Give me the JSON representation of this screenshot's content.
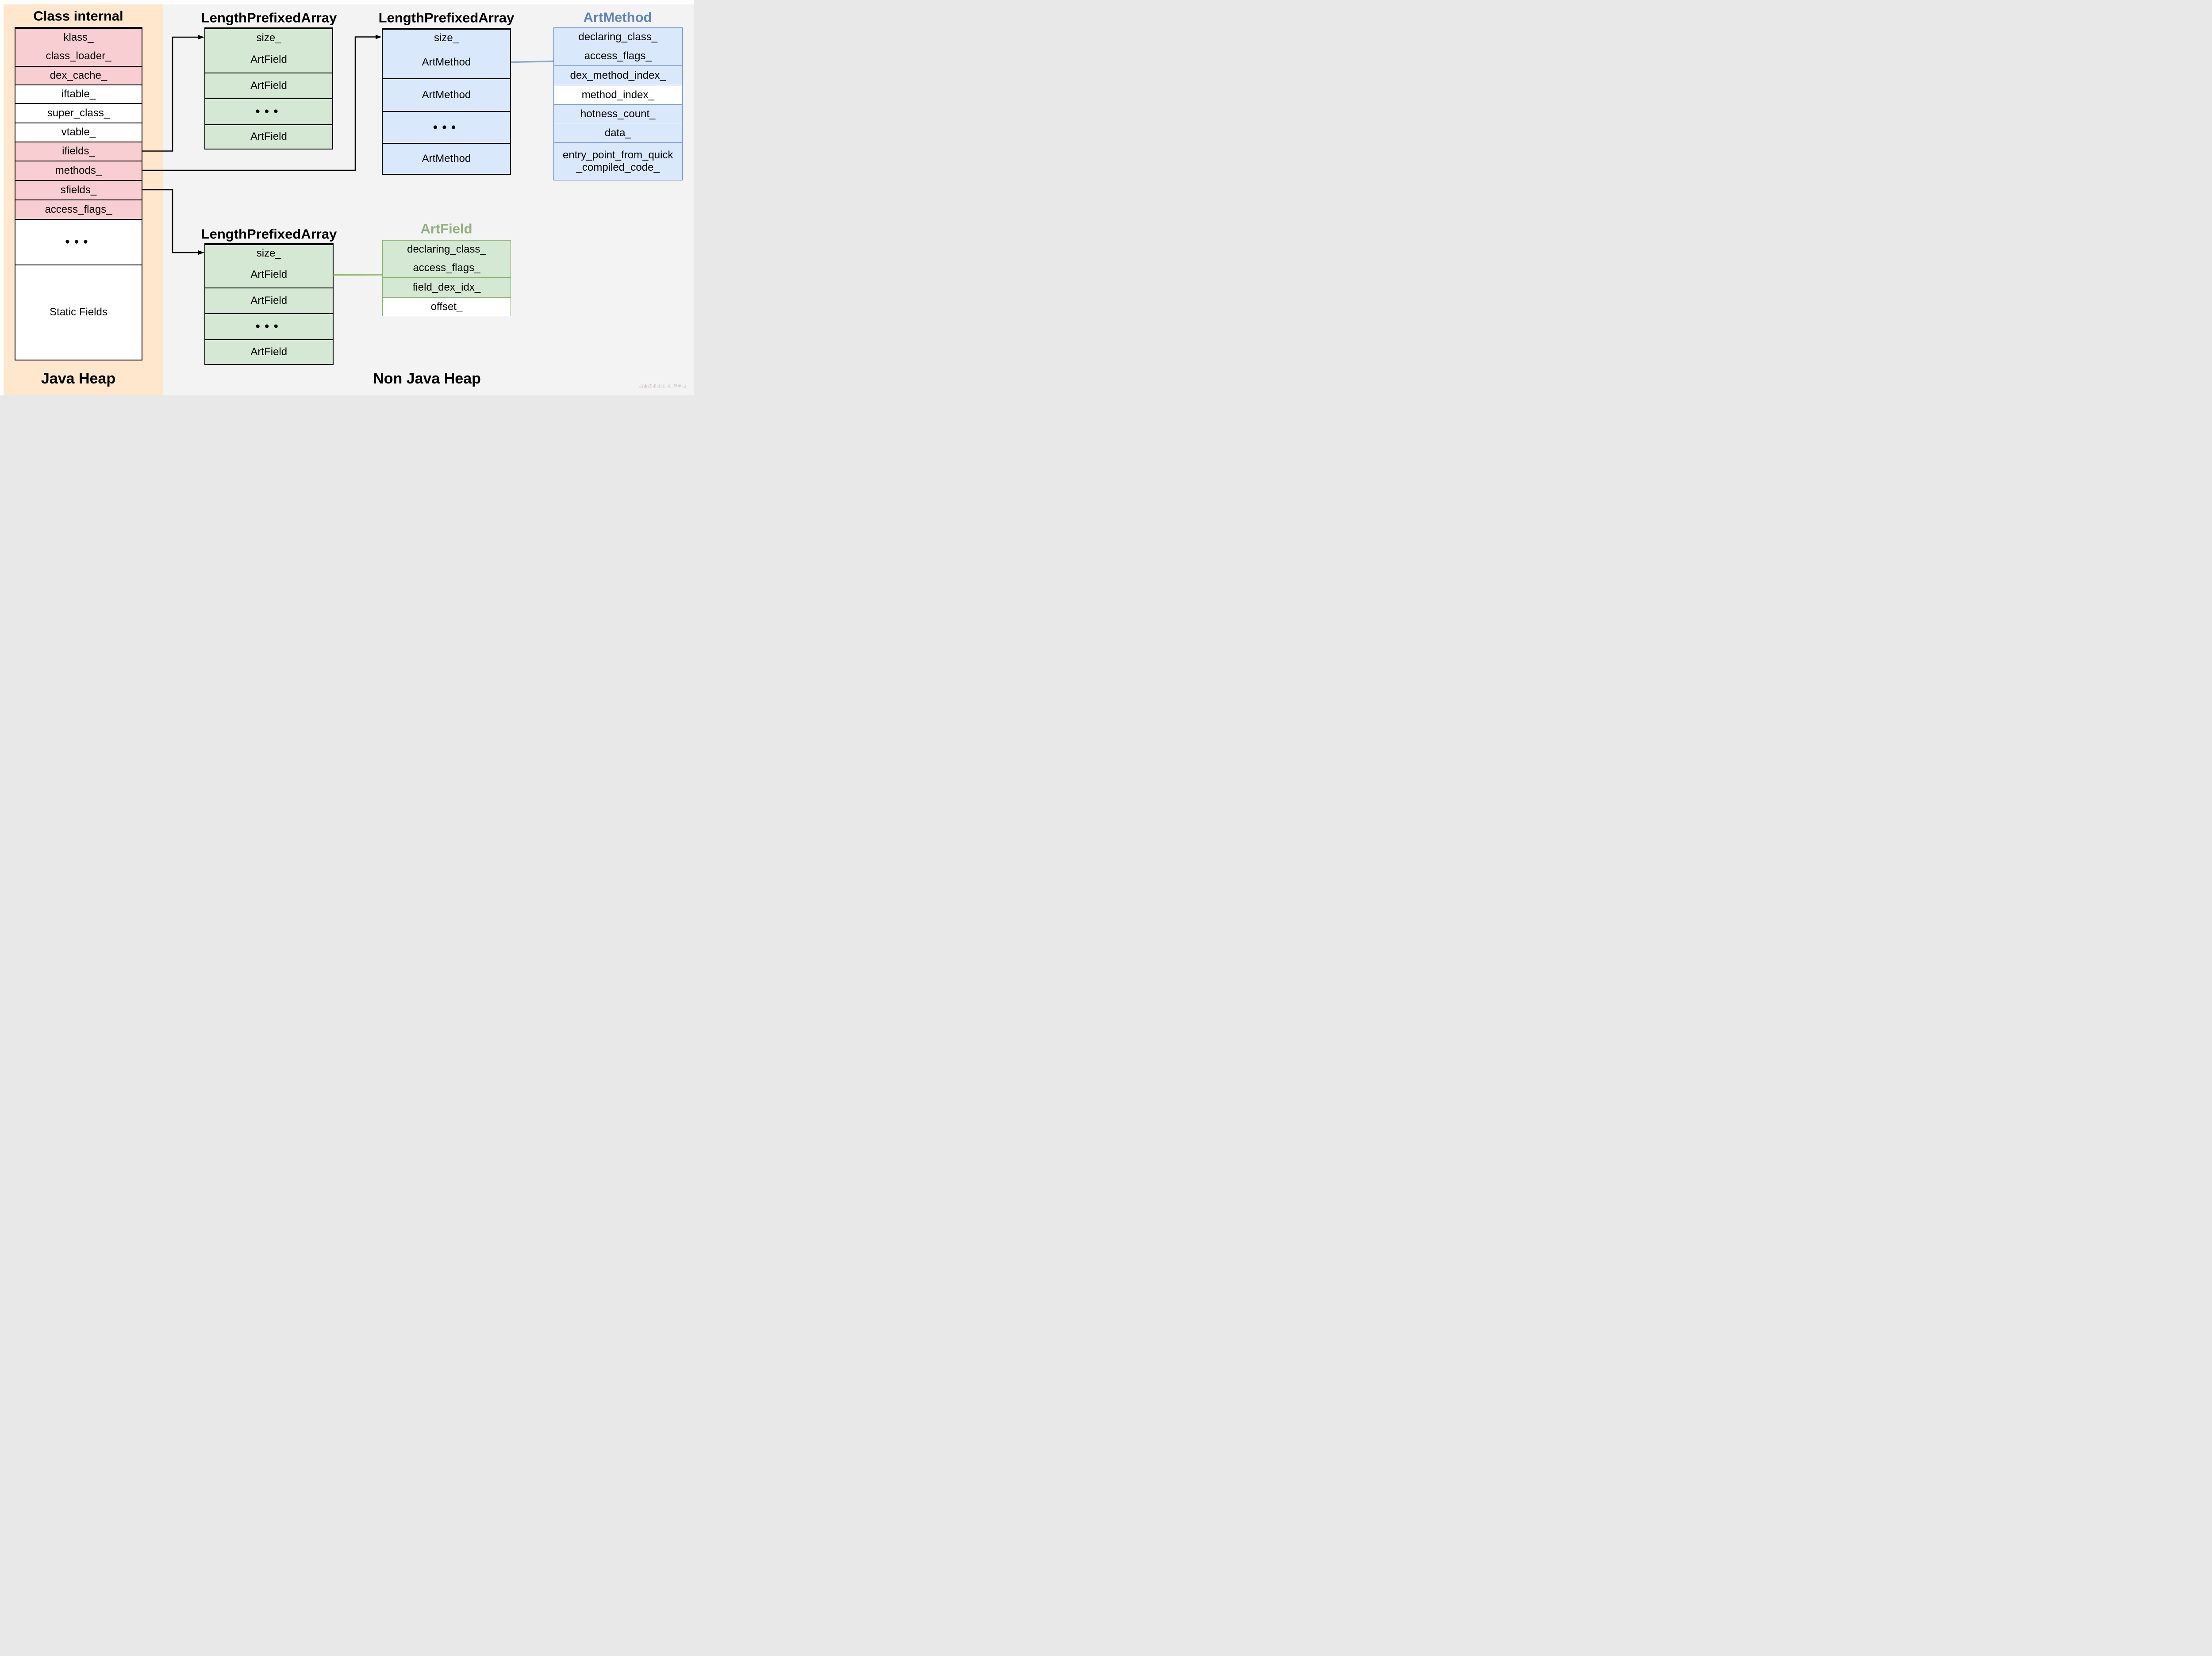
{
  "regions": {
    "java_heap_label": "Java Heap",
    "non_java_heap_label": "Non Java Heap"
  },
  "class_internal": {
    "title": "Class internal",
    "rows": [
      {
        "label": "klass_",
        "variant": "filled"
      },
      {
        "label": "class_loader_",
        "variant": "filled"
      },
      {
        "label": "dex_cache_",
        "variant": "filled"
      },
      {
        "label": "iftable_",
        "variant": "white"
      },
      {
        "label": "super_class_",
        "variant": "white"
      },
      {
        "label": "vtable_",
        "variant": "white"
      },
      {
        "label": "ifields_",
        "variant": "filled"
      },
      {
        "label": "methods_",
        "variant": "filled"
      },
      {
        "label": "sfields_",
        "variant": "filled"
      },
      {
        "label": "access_flags_",
        "variant": "filled"
      },
      {
        "label": "●●●",
        "variant": "white dots"
      },
      {
        "label": "Static Fields",
        "variant": "white"
      }
    ]
  },
  "field_array_top": {
    "title": "LengthPrefixedArray",
    "rows": [
      {
        "label": "size_",
        "variant": "filled"
      },
      {
        "label": "ArtField",
        "variant": "filled"
      },
      {
        "label": "ArtField",
        "variant": "filled"
      },
      {
        "label": "●●●",
        "variant": "filled dots"
      },
      {
        "label": "ArtField",
        "variant": "filled"
      }
    ]
  },
  "method_array": {
    "title": "LengthPrefixedArray",
    "rows": [
      {
        "label": "size_",
        "variant": "filled"
      },
      {
        "label": "ArtMethod",
        "variant": "filled"
      },
      {
        "label": "ArtMethod",
        "variant": "filled"
      },
      {
        "label": "●●●",
        "variant": "filled dots"
      },
      {
        "label": "ArtMethod",
        "variant": "filled"
      }
    ]
  },
  "art_method": {
    "title": "ArtMethod",
    "rows": [
      {
        "label": "declaring_class_",
        "variant": "filled"
      },
      {
        "label": "access_flags_",
        "variant": "filled"
      },
      {
        "label": "dex_method_index_",
        "variant": "filled"
      },
      {
        "label": "method_index_",
        "variant": "white"
      },
      {
        "label": "hotness_count_",
        "variant": "filled"
      },
      {
        "label": "data_",
        "variant": "filled"
      },
      {
        "label": "entry_point_from_quick\n_compiled_code_",
        "variant": "filled"
      }
    ]
  },
  "field_array_bottom": {
    "title": "LengthPrefixedArray",
    "rows": [
      {
        "label": "size_",
        "variant": "filled"
      },
      {
        "label": "ArtField",
        "variant": "filled"
      },
      {
        "label": "ArtField",
        "variant": "filled"
      },
      {
        "label": "●●●",
        "variant": "filled dots"
      },
      {
        "label": "ArtField",
        "variant": "filled"
      }
    ]
  },
  "art_field": {
    "title": "ArtField",
    "rows": [
      {
        "label": "declaring_class_",
        "variant": "filled"
      },
      {
        "label": "access_flags_",
        "variant": "filled"
      },
      {
        "label": "field_dex_idx_",
        "variant": "filled"
      },
      {
        "label": "offset_",
        "variant": "white"
      }
    ]
  },
  "watermark": "掘金技术社区 @ 芦半山",
  "colors": {
    "page_background": "#f4f3f3",
    "java_heap_region": "#ffe7ce",
    "class_internal_highlight": "#f8ced2",
    "art_field_fill": "#d5e8d4",
    "art_method_fill": "#dae8fc",
    "art_method_accent": "#6c8ebf",
    "art_method_title": "#5e86b8",
    "art_field_accent": "#82b366",
    "art_field_title": "#93b07c",
    "wire_blue": "#8ea9d4",
    "wire_green": "#93bd73"
  }
}
